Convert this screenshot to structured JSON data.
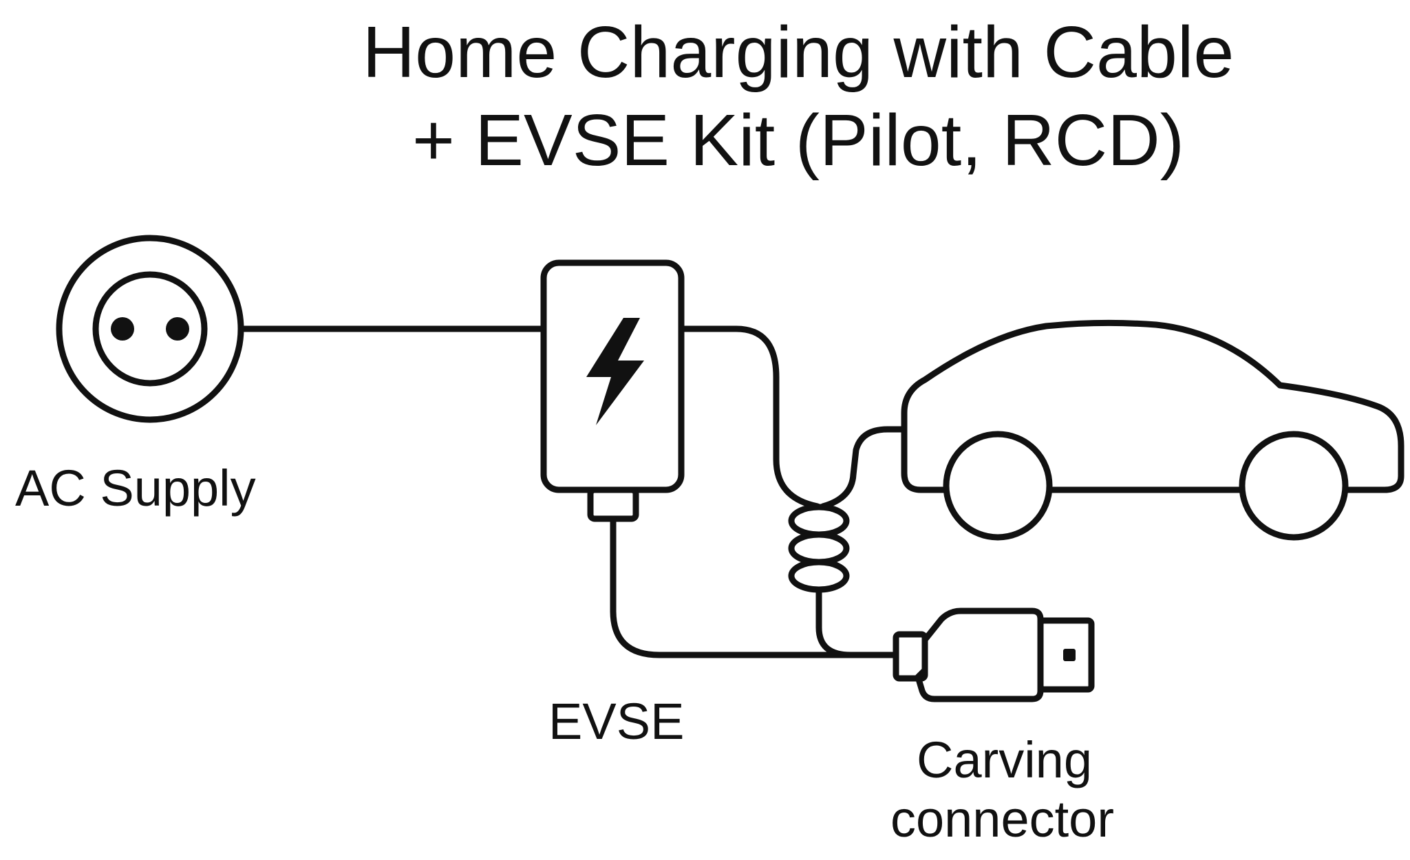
{
  "title": {
    "line1": "Home Charging with Cable",
    "line2": "+ EVSE Kit (Pilot, RCD)"
  },
  "labels": {
    "ac_supply": "AC Supply",
    "evse": "EVSE",
    "connector_line1": "Carving",
    "connector_line2": "connector"
  },
  "icons": [
    "ac-socket-icon",
    "lightning-bolt-icon",
    "car-icon",
    "cable-coil-icon",
    "connector-plug-icon"
  ],
  "colors": {
    "ink": "#111111",
    "background": "#ffffff"
  }
}
